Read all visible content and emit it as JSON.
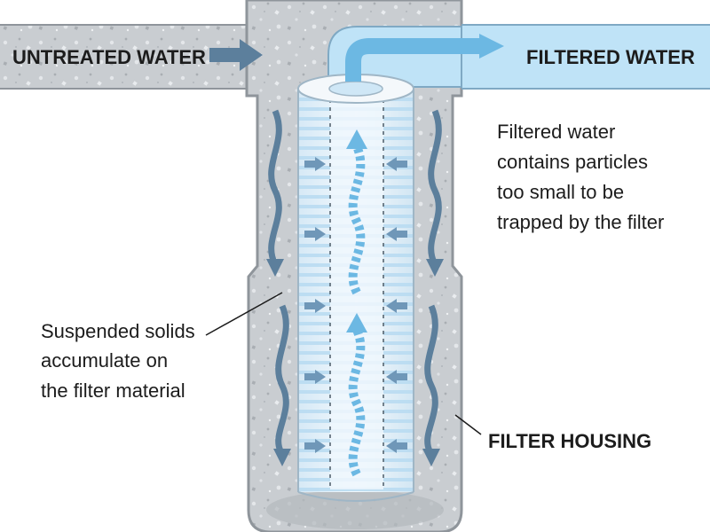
{
  "labels": {
    "untreated_water": "UNTREATED WATER",
    "filtered_water": "FILTERED WATER",
    "filter_housing": "FILTER HOUSING"
  },
  "notes": {
    "filtered_water_note": [
      "Filtered water",
      "contains particles",
      "too small to be",
      "trapped by the filter"
    ],
    "suspended_solids_note": [
      "Suspended solids",
      "accumulate on",
      "the filter material"
    ]
  },
  "colors": {
    "housing_fill": "#c9cdd1",
    "housing_stroke": "#8f959b",
    "speckle": "#e9ecef",
    "filter_light": "#e6f3fb",
    "filter_stripe": "#a9d3ee",
    "filtered_pipe": "#bfe3f7",
    "flow_arrow_dark": "#5c7f9c",
    "flow_arrow_light": "#6cb8e3",
    "text": "#1c1c1c"
  },
  "icons": {
    "inflow": "arrow-right-icon",
    "outflow": "arrow-right-icon",
    "down_flow": "wavy-arrow-down-icon",
    "up_flow": "wavy-arrow-up-icon",
    "inward_flow": "arrow-inward-icon"
  }
}
